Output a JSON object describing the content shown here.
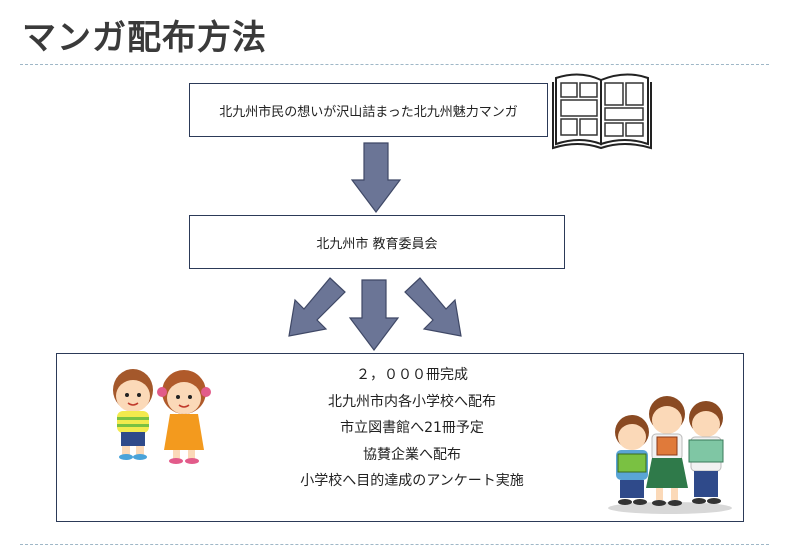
{
  "title": "マンガ配布方法",
  "boxes": {
    "source": "北九州市民の想いが沢山詰まった北九州魅力マンガ",
    "committee": "北九州市 教育委員会"
  },
  "distribution": [
    "２，０００冊完成",
    "北九州市内各小学校へ配布",
    "市立図書館へ21冊予定",
    "協賛企業へ配布",
    "小学校へ目的達成のアンケート実施"
  ],
  "icons": {
    "book": "open-manga-book-icon",
    "kids_left": "two-children-illustration",
    "kids_right": "three-children-reading-illustration"
  },
  "colors": {
    "arrow_fill": "#6b7596",
    "arrow_stroke": "#3f4866",
    "box_border": "#2c3a58",
    "rule": "#9fb7c7"
  }
}
